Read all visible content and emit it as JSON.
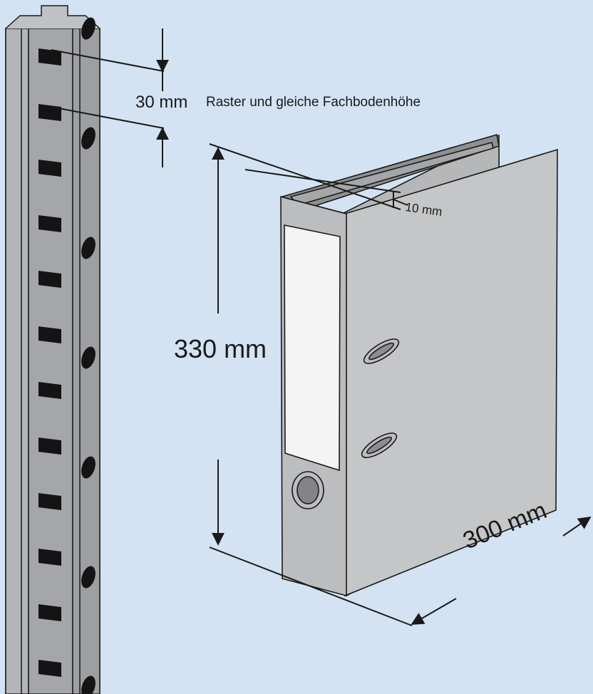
{
  "labels": {
    "raster_mm": "30 mm",
    "raster_text": "Raster und gleiche Fachbodenhöhe",
    "tolerance": "10 mm",
    "height": "330 mm",
    "depth": "300 mm"
  },
  "colors": {
    "background": "#d3e3f3",
    "upright": "#a9abae",
    "upright_dark": "#8c8e91",
    "binder": "#c5c6c8",
    "binder_side": "#bcbdbf",
    "label_field": "#f4f4f4",
    "line": "#1a1a1a"
  },
  "diagram": {
    "upright_slots": 12,
    "upright_round_holes": 7
  }
}
